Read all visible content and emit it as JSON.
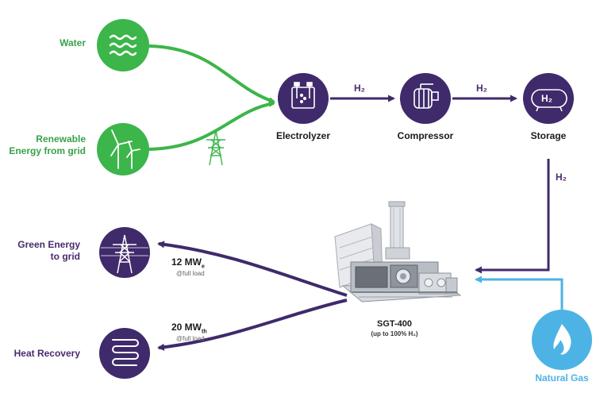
{
  "inputs": {
    "water": "Water",
    "renewable": "Renewable\nEnergy from grid"
  },
  "chain": {
    "electrolyzer": "Electrolyzer",
    "compressor": "Compressor",
    "storage": "Storage",
    "h2_a": "H₂",
    "h2_b": "H₂",
    "h2_c": "H₂",
    "tank_text": "H₂"
  },
  "outputs": {
    "green_energy": "Green Energy\nto grid",
    "heat_recovery": "Heat Recovery",
    "power_value": "12 MW",
    "power_sub": "e",
    "power_note": "@full load",
    "heat_value": "20 MW",
    "heat_sub": "th",
    "heat_note": "@full load"
  },
  "turbine": {
    "name": "SGT-400",
    "note": "(up to 100% H₂)"
  },
  "natural_gas": "Natural Gas",
  "colors": {
    "green": "#3cb54a",
    "purple": "#3f2a6b",
    "blue": "#4db3e4"
  }
}
